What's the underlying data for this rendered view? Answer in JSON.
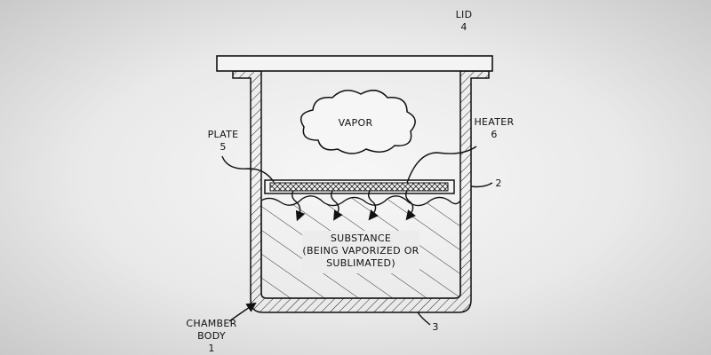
{
  "labels": {
    "lid": "LID",
    "lid_num": "4",
    "vapor": "VAPOR",
    "plate": "PLATE",
    "plate_num": "5",
    "heater": "HEATER",
    "heater_num": "6",
    "wall_num": "2",
    "bottom_num": "3",
    "substance_line1": "SUBSTANCE",
    "substance_line2": "(BEING VAPORIZED OR",
    "substance_line3": "SUBLIMATED)",
    "chamber_line1": "CHAMBER",
    "chamber_line2": "BODY",
    "chamber_num": "1"
  },
  "colors": {
    "line": "#111111",
    "background": "#ececec"
  }
}
